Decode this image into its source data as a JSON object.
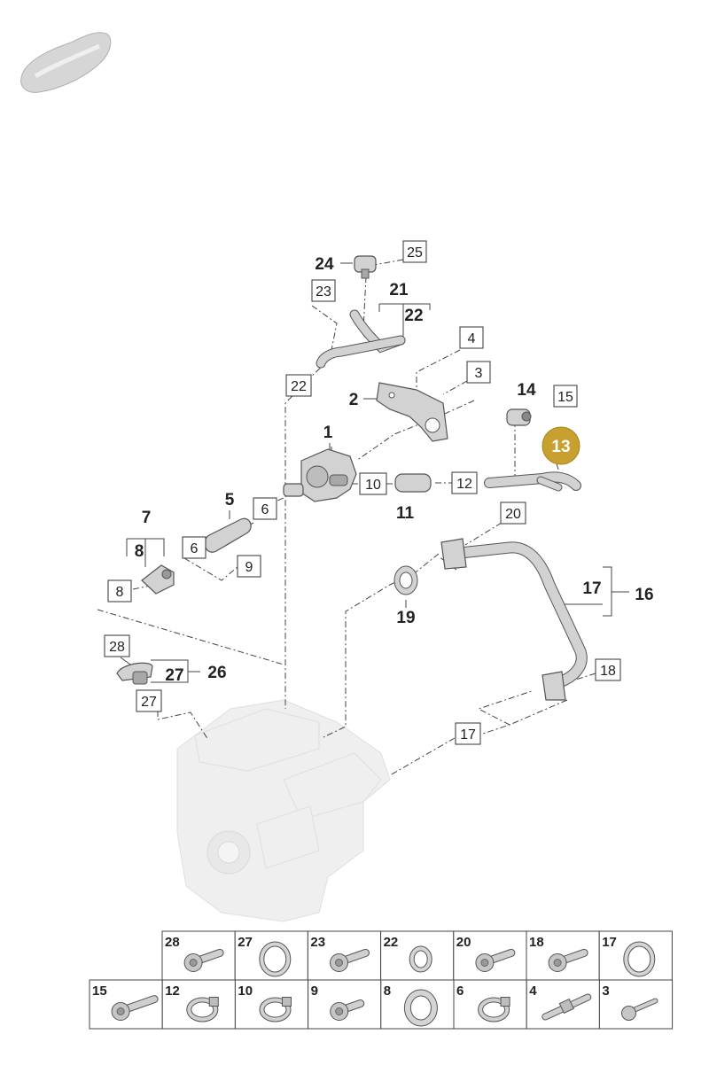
{
  "highlighted_part": "13",
  "callouts": {
    "p1": "1",
    "p2": "2",
    "p5": "5",
    "p7": "7",
    "p8": "8",
    "p11": "11",
    "p13": "13",
    "p14": "14",
    "p16": "16",
    "p17": "17",
    "p19": "19",
    "p21": "21",
    "p22": "22",
    "p24": "24",
    "p26": "26",
    "p27": "27"
  },
  "boxed_refs": {
    "b3": "3",
    "b4": "4",
    "b6a": "6",
    "b6b": "6",
    "b8": "8",
    "b9": "9",
    "b10": "10",
    "b12": "12",
    "b15": "15",
    "b17": "17",
    "b18": "18",
    "b20": "20",
    "b22": "22",
    "b23": "23",
    "b25": "25",
    "b27": "27",
    "b28": "28"
  },
  "fastener_table": {
    "row1": [
      "28",
      "27",
      "23",
      "22",
      "20",
      "18",
      "17"
    ],
    "row2": [
      "15",
      "12",
      "10",
      "9",
      "8",
      "6",
      "4",
      "3"
    ]
  },
  "colors": {
    "highlight": "#c8a030",
    "line": "#444444",
    "part": "#d2d2d2"
  }
}
